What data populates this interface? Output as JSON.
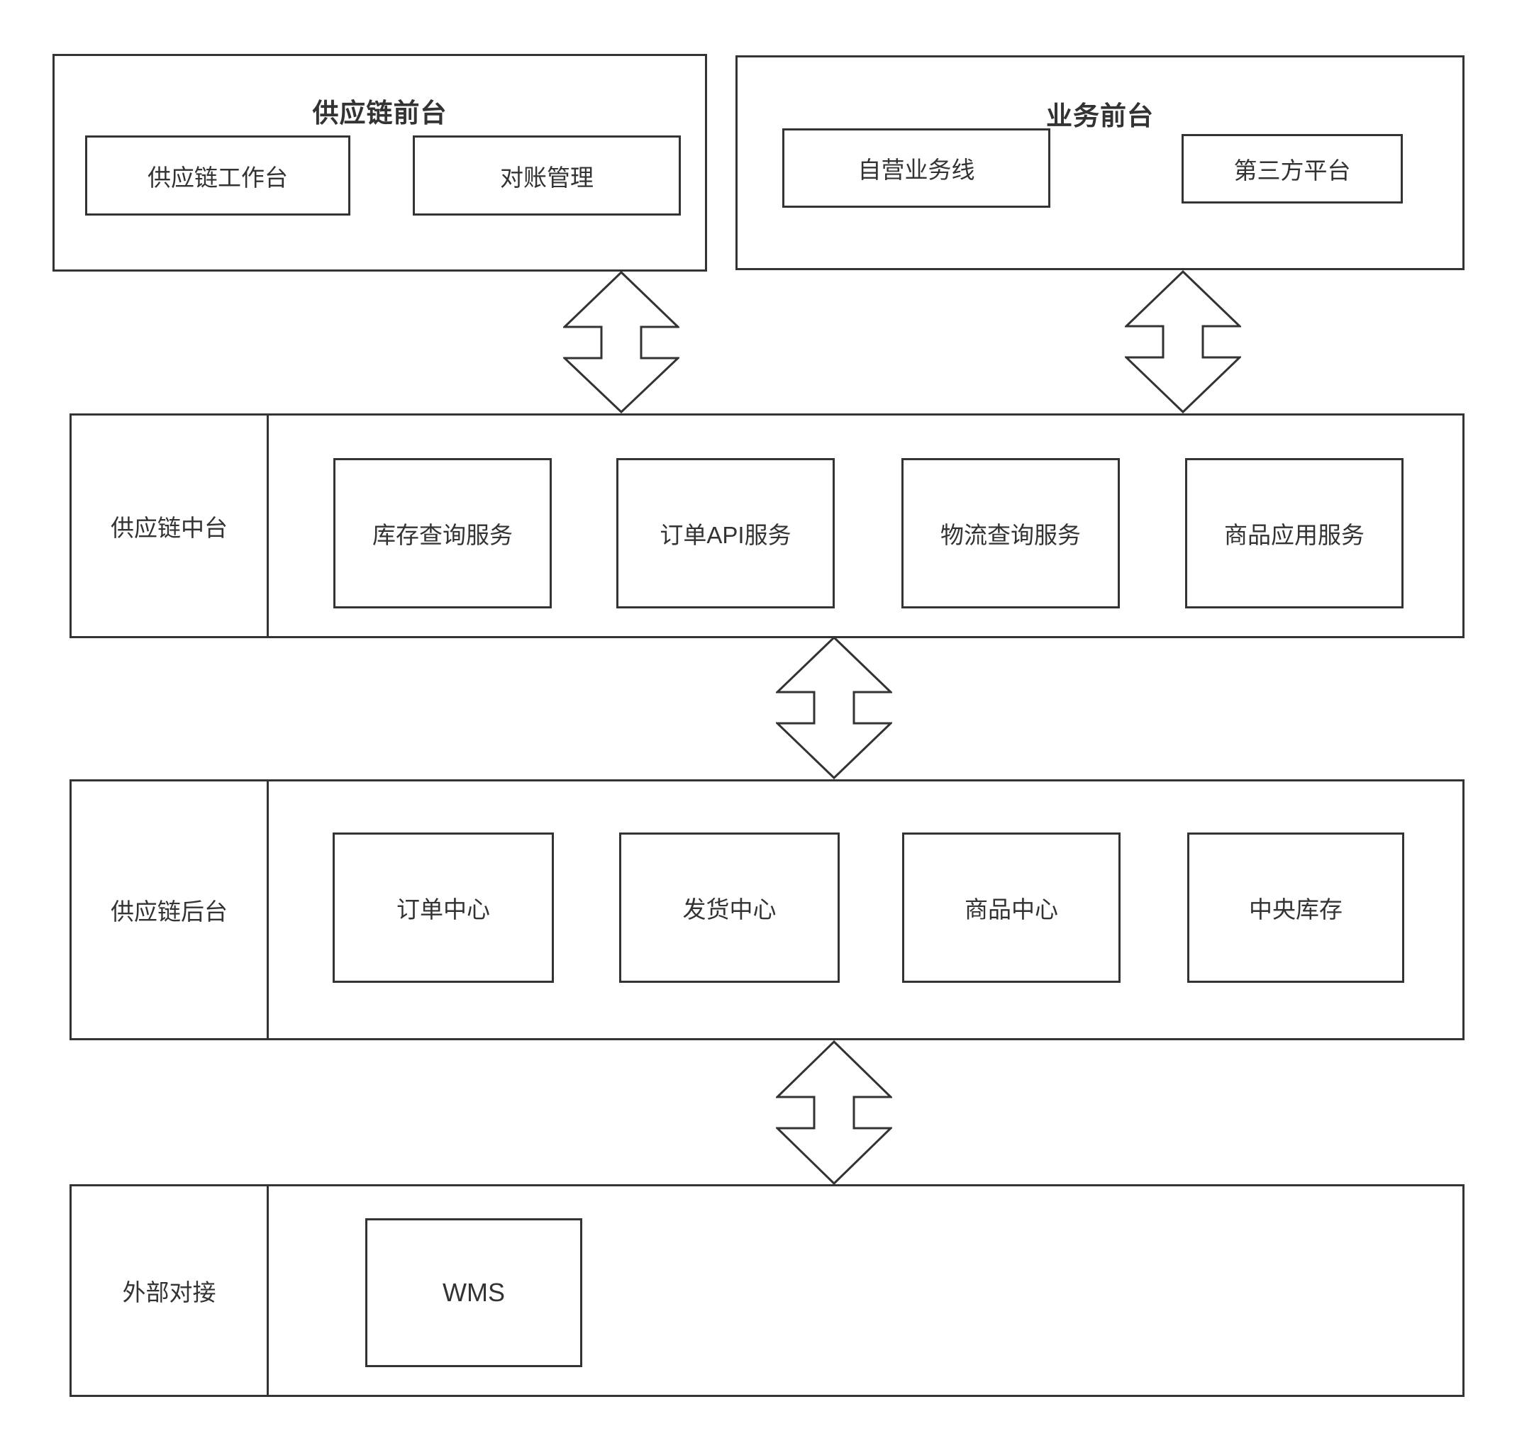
{
  "panels": {
    "supply_chain_front": {
      "title": "供应链前台",
      "items": [
        "供应链工作台",
        "对账管理"
      ]
    },
    "business_front": {
      "title": "业务前台",
      "items": [
        "自营业务线",
        "第三方平台"
      ]
    }
  },
  "bands": {
    "mid_platform": {
      "label": "供应链中台",
      "items": [
        "库存查询服务",
        "订单API服务",
        "物流查询服务",
        "商品应用服务"
      ]
    },
    "back_platform": {
      "label": "供应链后台",
      "items": [
        "订单中心",
        "发货中心",
        "商品中心",
        "中央库存"
      ]
    },
    "external": {
      "label": "外部对接",
      "items": [
        "WMS"
      ]
    }
  },
  "colors": {
    "stroke": "#333333",
    "background": "#ffffff",
    "text": "#333333"
  }
}
